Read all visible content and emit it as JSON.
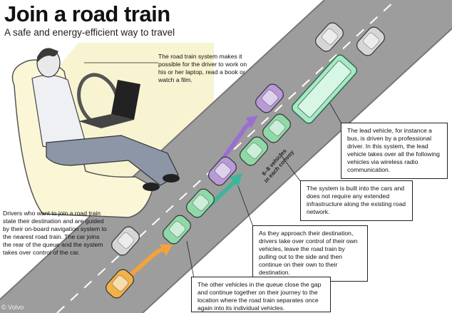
{
  "title": "Join a road train",
  "subtitle": "A safe and energy-efficient way to travel",
  "callouts": {
    "driver_work": "The road train system makes it possible for the driver to work on his or her laptop, read a book or watch a film.",
    "lead_vehicle": "The lead vehicle, for instance a bus, is driven by a professional driver. In this system, the lead vehicle takes over all the following vehicles via wireless radio communication.",
    "built_in": "The system is built into the cars and does not require any extended infrastructure along the existing road network.",
    "join": "Drivers who want to join a road train state their destination and are guided by their on-board navigation system to the nearest road train. The car joins the rear of the queue and the system takes over control of the car.",
    "leave": "As they approach their destination, drivers take over control of their own vehicles, leave the road train by pulling out to the side and then continue on their own to their destination.",
    "close_gap": "The other vehicles in the queue close the gap and continue together on their journey to the location where the road train separates once again into its individual vehicles."
  },
  "convoy_label": {
    "line1": "6–8 vehicles",
    "line2": "in each convoy"
  },
  "watermark": "© Volvo",
  "colors": {
    "road": "#9b9b9b",
    "road_edge": "#6f6f6f",
    "green_car": "#8fd8a8",
    "purple_car": "#b79ad6",
    "orange_car": "#f0b24a",
    "grey_car": "#d6d6d6",
    "arrow_purple": "#9b6fd0",
    "arrow_teal": "#3fb59a",
    "arrow_orange": "#f3a33a",
    "cream_bg": "#f8f4d2"
  }
}
